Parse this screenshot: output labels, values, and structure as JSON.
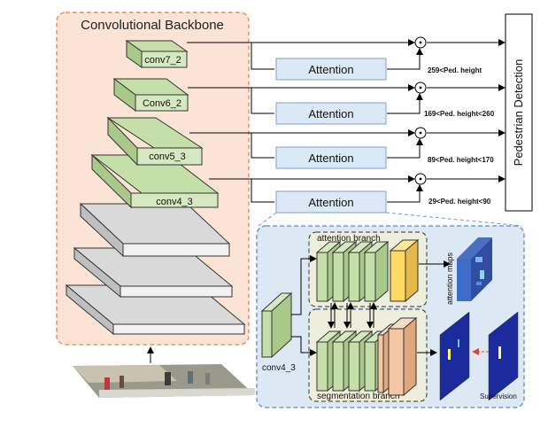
{
  "backbone": {
    "title": "Convolutional Backbone",
    "layers": [
      {
        "label": "conv7_2"
      },
      {
        "label": "Conv6_2"
      },
      {
        "label": "conv5_3"
      },
      {
        "label": "conv4_3"
      }
    ]
  },
  "attention_label": "Attention",
  "ranges": [
    "259<Ped. height",
    "169<Ped. height<260",
    "89<Ped. height<170",
    "29<Ped. height<90"
  ],
  "product_symbol": "⊙",
  "detection_label": "Pedestrian Detection",
  "detail": {
    "input_label": "conv4_3",
    "attention_branch": "attention branch",
    "segmentation_branch": "segmentation branch",
    "attention_maps": "attention maps",
    "supervision": "Supervision"
  },
  "colors": {
    "backbone_fill": "#fbe4d6",
    "backbone_border": "#e8916b",
    "layer_green": "#c5dfa8",
    "layer_gray": "#bfbfbf",
    "attention_fill": "#dbe9f7",
    "attention_border": "#7aa3cf",
    "detail_fill": "#dde8f5",
    "detail_border": "#6f9bcf",
    "yellow_block": "#ffd966",
    "peach_block": "#f4c7a4",
    "heatmap_blue": "#1b2a9c",
    "arrow_red": "#d9442b"
  }
}
